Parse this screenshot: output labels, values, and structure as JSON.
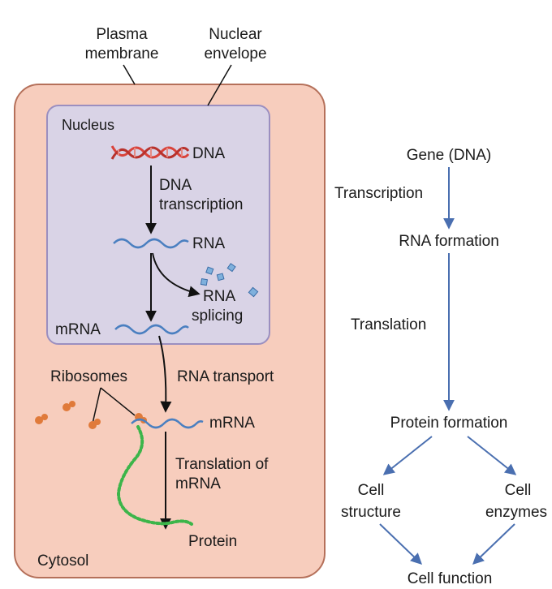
{
  "cell_diagram": {
    "plasma_membrane_line1": "Plasma",
    "plasma_membrane_line2": "membrane",
    "nuclear_envelope_line1": "Nuclear",
    "nuclear_envelope_line2": "envelope",
    "nucleus": "Nucleus",
    "dna": "DNA",
    "dna_transcription_line1": "DNA",
    "dna_transcription_line2": "transcription",
    "rna": "RNA",
    "rna_splicing_line1": "RNA",
    "rna_splicing_line2": "splicing",
    "mrna_nucleus": "mRNA",
    "ribosomes": "Ribosomes",
    "rna_transport": "RNA transport",
    "mrna_cytosol": "mRNA",
    "translation_line1": "Translation of",
    "translation_line2": "mRNA",
    "protein": "Protein",
    "cytosol": "Cytosol"
  },
  "flowchart": {
    "gene": "Gene (DNA)",
    "transcription": "Transcription",
    "rna_formation": "RNA formation",
    "translation": "Translation",
    "protein_formation": "Protein formation",
    "cell_structure_line1": "Cell",
    "cell_structure_line2": "structure",
    "cell_enzymes_line1": "Cell",
    "cell_enzymes_line2": "enzymes",
    "cell_function": "Cell function"
  },
  "colors": {
    "cell_fill": "#f7cdbd",
    "cell_stroke": "#b5705a",
    "nucleus_fill": "#d9d3e6",
    "nucleus_stroke": "#9b8fc0",
    "dna_red": "#d9433b",
    "rna_blue": "#4a7fc0",
    "ribosome": "#e07a3a",
    "protein_green": "#3cb54a",
    "flow_arrow": "#4a6fb0"
  }
}
